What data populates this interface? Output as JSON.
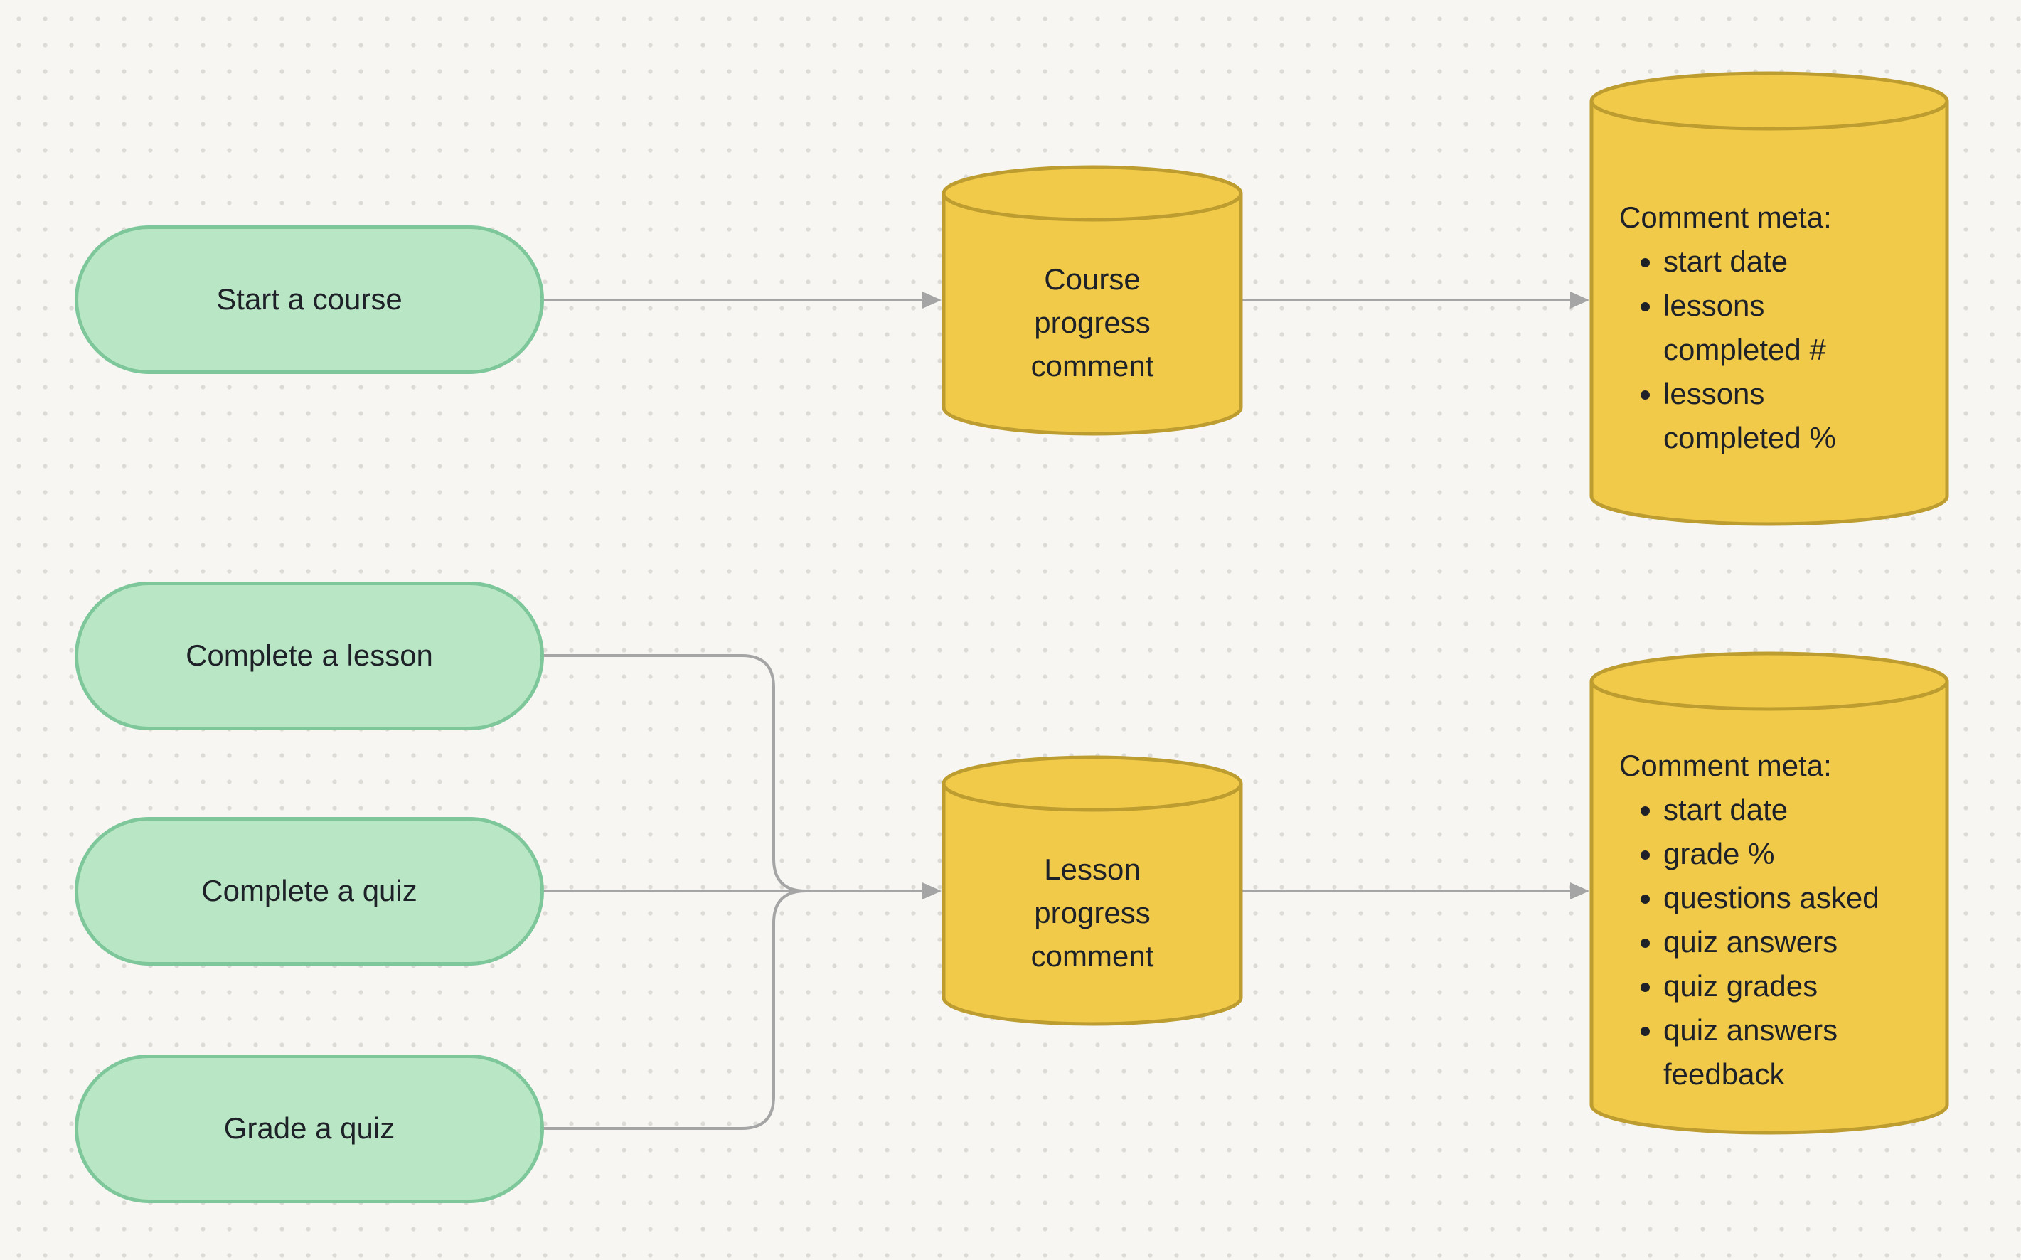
{
  "colors": {
    "background": "#f7f6f3",
    "grid_dot": "#dddbd6",
    "pill_fill": "#b9e7c5",
    "pill_stroke": "#7ec79a",
    "cylinder_fill": "#f1ca4a",
    "cylinder_stroke": "#bd9d30",
    "arrow": "#a5a5a5",
    "text": "#1e2228"
  },
  "nodes": {
    "start_course": {
      "label": "Start a course"
    },
    "complete_lesson": {
      "label": "Complete a lesson"
    },
    "complete_quiz": {
      "label": "Complete a quiz"
    },
    "grade_quiz": {
      "label": "Grade a quiz"
    },
    "course_progress_comment": {
      "label": "Course progress comment"
    },
    "lesson_progress_comment": {
      "label": "Lesson progress comment"
    },
    "course_comment_meta": {
      "title": "Comment meta:",
      "items": [
        "start date",
        "lessons completed #",
        "lessons completed %"
      ]
    },
    "lesson_comment_meta": {
      "title": "Comment meta:",
      "items": [
        "start date",
        "grade %",
        "questions asked",
        "quiz answers",
        "quiz grades",
        "quiz answers feedback"
      ]
    }
  },
  "edges": [
    {
      "from": "start_course",
      "to": "course_progress_comment"
    },
    {
      "from": "course_progress_comment",
      "to": "course_comment_meta"
    },
    {
      "from": "complete_lesson",
      "to": "lesson_progress_comment"
    },
    {
      "from": "complete_quiz",
      "to": "lesson_progress_comment"
    },
    {
      "from": "grade_quiz",
      "to": "lesson_progress_comment"
    },
    {
      "from": "lesson_progress_comment",
      "to": "lesson_comment_meta"
    }
  ]
}
